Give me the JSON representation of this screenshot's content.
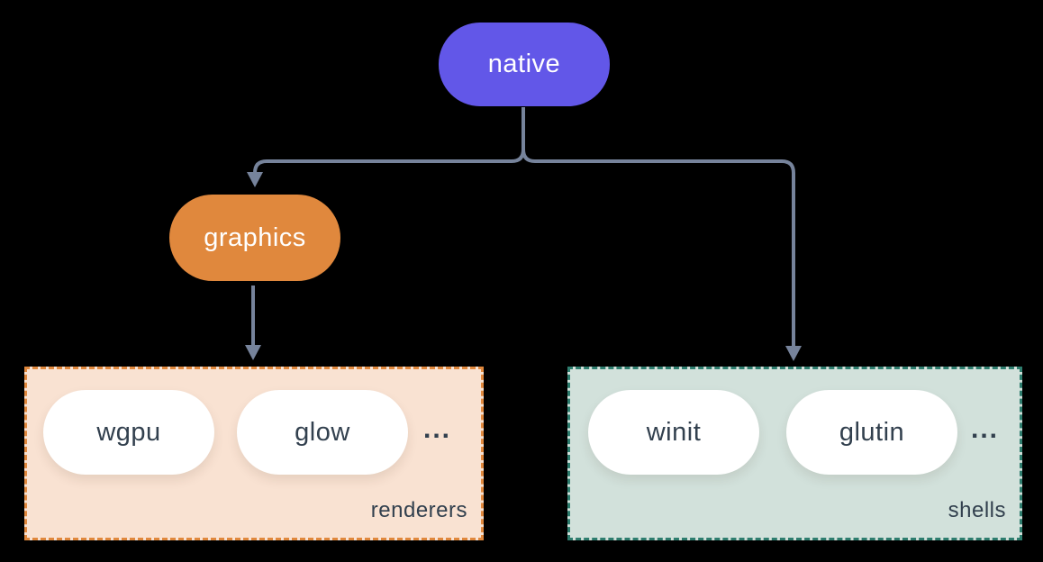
{
  "diagram": {
    "background_color": "#000000",
    "connector_color": "#76839b",
    "nodes": {
      "native": {
        "label": "native",
        "fill": "#6257e8",
        "text_color": "#ffffff"
      },
      "graphics": {
        "label": "graphics",
        "fill": "#e0883d",
        "text_color": "#ffffff"
      }
    },
    "groups": {
      "renderers": {
        "label": "renderers",
        "bg": "#f9e2d2",
        "border_color": "#e0883d",
        "border_style": "dashed",
        "items": [
          "wgpu",
          "glow"
        ],
        "ellipsis": "...",
        "item_text_color": "#32404e"
      },
      "shells": {
        "label": "shells",
        "bg": "#d2e1db",
        "border_color": "#2e7d6e",
        "border_style": "dashed",
        "items": [
          "winit",
          "glutin"
        ],
        "ellipsis": "...",
        "item_text_color": "#32404e"
      }
    },
    "edges": [
      {
        "from": "native",
        "to": "graphics",
        "arrow": "down"
      },
      {
        "from": "native",
        "to": "shells",
        "arrow": "down"
      },
      {
        "from": "graphics",
        "to": "renderers",
        "arrow": "down"
      }
    ]
  }
}
